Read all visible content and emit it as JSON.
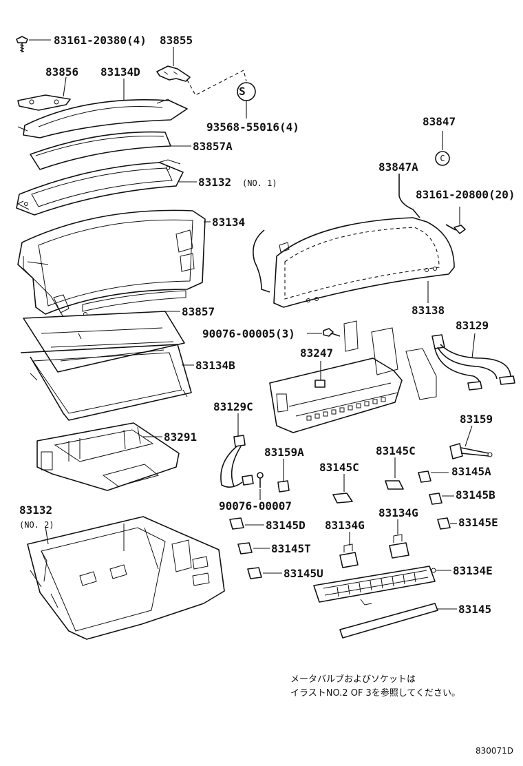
{
  "labels": {
    "screw_83161_20380": "83161-20380(4)",
    "p83855": "83855",
    "p83856": "83856",
    "p83134D": "83134D",
    "clip_93568": "93568-55016(4)",
    "s_symbol": "S",
    "p83857A": "83857A",
    "p83132_no1": "83132",
    "p83132_no1_suffix": "(NO. 1)",
    "p83134": "83134",
    "p83857": "83857",
    "p83134B": "83134B",
    "p83291": "83291",
    "p83132_no2": "83132",
    "p83132_no2_suffix": "(NO. 2)",
    "p83847": "83847",
    "c_symbol": "C",
    "p83847A": "83847A",
    "screw_83161_20800": "83161-20800(20)",
    "p83138": "83138",
    "p90076_00005": "90076-00005(3)",
    "p83129": "83129",
    "p83247": "83247",
    "p83129C": "83129C",
    "p83159": "83159",
    "p83159A": "83159A",
    "p83145C_1": "83145C",
    "p83145C_2": "83145C",
    "p83145A": "83145A",
    "p90076_00007": "90076-00007",
    "p83145B": "83145B",
    "p83145D": "83145D",
    "p83134G_1": "83134G",
    "p83134G_2": "83134G",
    "p83145E": "83145E",
    "p83145T": "83145T",
    "p83145U": "83145U",
    "p83134E": "83134E",
    "p83145": "83145"
  },
  "note": {
    "line1": "メータバルブおよびソケットは",
    "line2": "イラストNO.2 OF 3を参照してください。"
  },
  "figure_ref": "830071D"
}
